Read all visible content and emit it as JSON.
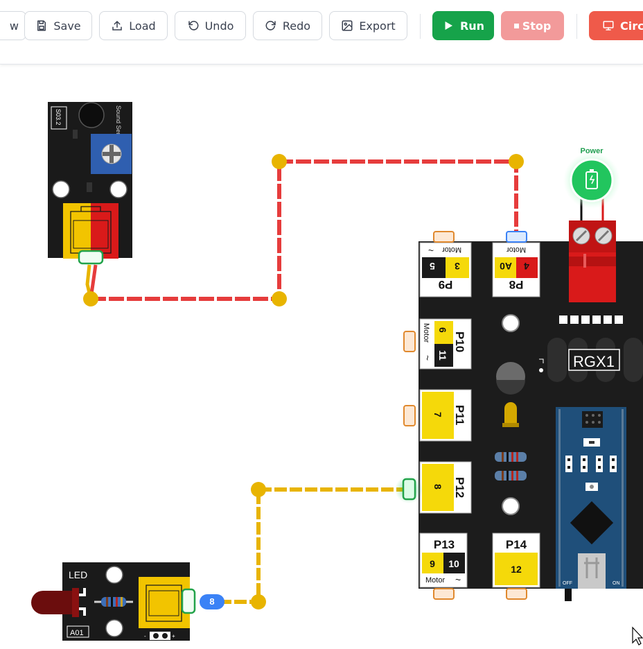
{
  "toolbar": {
    "prev_label": "w",
    "save_label": "Save",
    "load_label": "Load",
    "undo_label": "Undo",
    "redo_label": "Redo",
    "export_label": "Export",
    "run_label": "Run",
    "stop_label": "Stop",
    "circuit_label": "Circu"
  },
  "sound_sensor": {
    "code": "S03.2",
    "name": "Sound Sensor"
  },
  "led_module": {
    "name": "LED",
    "code": "A01",
    "connector_badge": "8"
  },
  "board": {
    "name": "RGX1",
    "power_label": "Power",
    "motor_label": "Motor",
    "ports": {
      "p9": {
        "label": "P9",
        "pin_a": "5",
        "pin_b": "3",
        "tilde_a": "~",
        "tilde_b": "~"
      },
      "p8": {
        "label": "P8",
        "pin_a": "A0",
        "pin_b": "4"
      },
      "p10": {
        "label": "P10",
        "pin_a": "6",
        "pin_b": "11",
        "tilde": "~"
      },
      "p11": {
        "label": "P11",
        "pin": "7"
      },
      "p12": {
        "label": "P12",
        "pin": "8"
      },
      "p13": {
        "label": "P13",
        "pin_a": "9",
        "pin_b": "10",
        "tilde": "~"
      },
      "p14": {
        "label": "P14",
        "pin": "12"
      }
    },
    "nano": {
      "off_label": "OFF",
      "on_label": "ON"
    }
  },
  "colors": {
    "wire_red": "#e63c3c",
    "wire_yellow": "#e8b400",
    "run_green": "#16a34a",
    "stop_pink": "#f29a9a",
    "circuit_red": "#ef5a4a",
    "board_dark": "#1c1c1c",
    "nano_blue": "#1f4f7a"
  }
}
